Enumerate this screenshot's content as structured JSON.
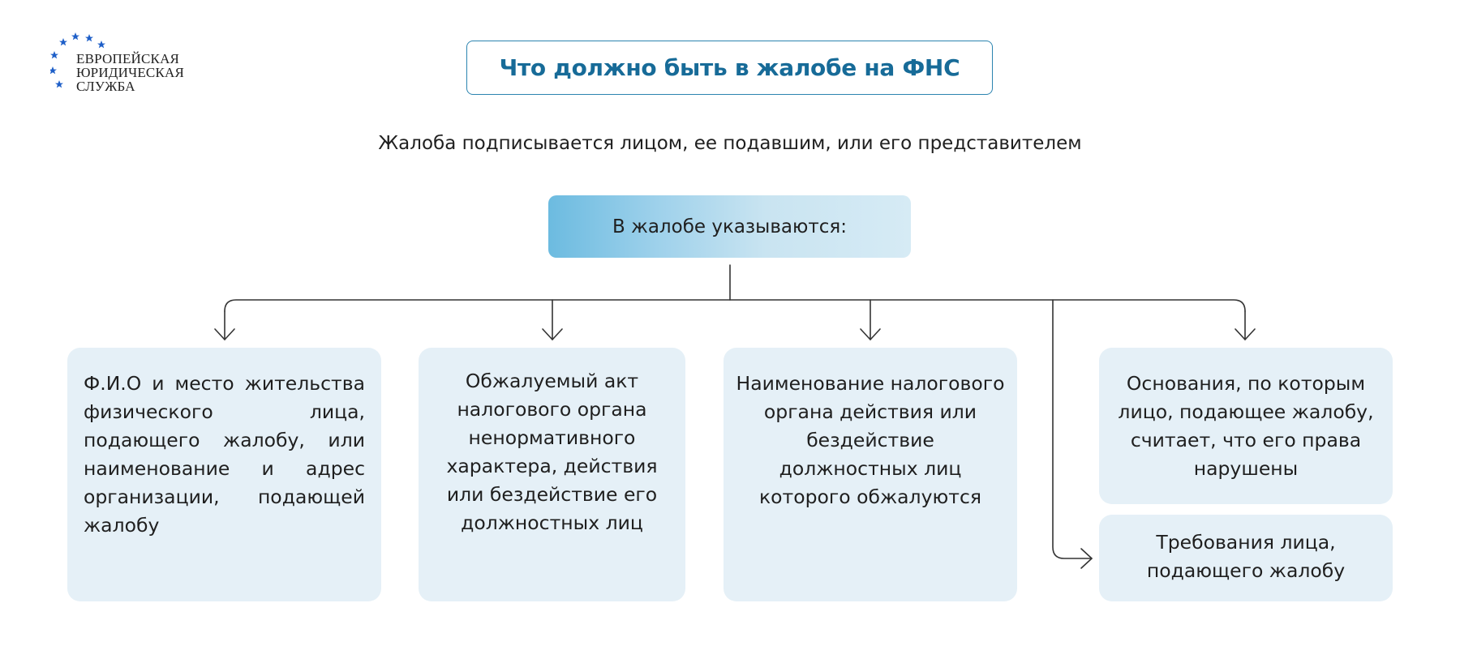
{
  "logo": {
    "lines": [
      "ЕВРОПЕЙСКАЯ",
      "ЮРИДИЧЕСКАЯ",
      "СЛУЖБА"
    ],
    "star_color": "#1e5fc8"
  },
  "title": "Что должно быть в жалобе на ФНС",
  "subtitle": "Жалоба подписывается лицом, ее подавшим, или его представителем",
  "root": "В жалобе указываются:",
  "items": [
    "Ф.И.О и место жительства физического лица, подающего жалобу, или наименование и адрес организации, подающей жалобу",
    "Обжалуемый акт налогового органа ненормативного характера, действия или бездействие его должностных лиц",
    "Наименование налогового органа действия или бездействие должностных лиц которого обжалуются",
    "Основания, по которым лицо, подающее жалобу, считает, что его права нарушены",
    "Требования лица, подающего жалобу"
  ],
  "colors": {
    "title": "#176b98",
    "title_border": "#2c84b0",
    "card_bg": "#e5f0f7",
    "root_gradient_start": "#6cbbe0",
    "root_gradient_end": "#d6ebf5",
    "connector": "#333333"
  }
}
